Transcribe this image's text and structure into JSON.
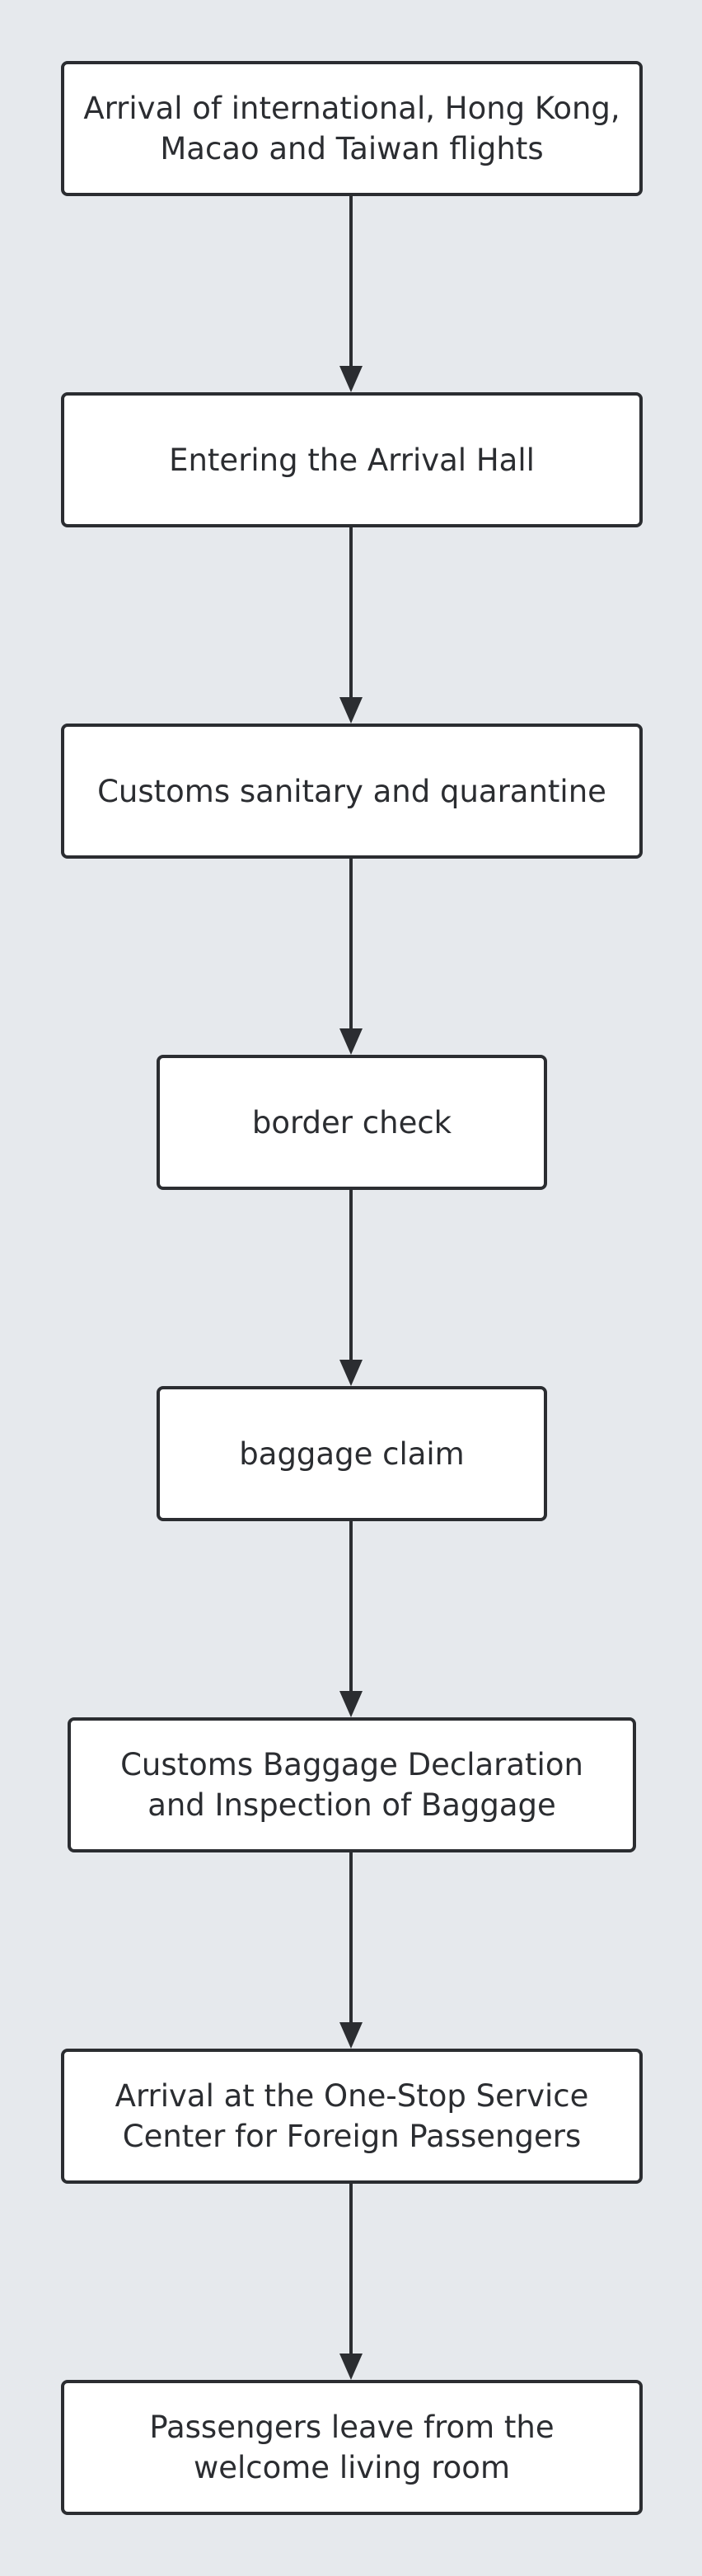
{
  "steps": [
    "Arrival of international, Hong Kong, Macao and Taiwan flights",
    "Entering the Arrival Hall",
    "Customs sanitary and quarantine",
    "border check",
    "baggage claim",
    "Customs Baggage Declaration and Inspection of Baggage",
    "Arrival at the One-Stop Service Center for Foreign Passengers",
    "Passengers leave from the welcome living room"
  ],
  "colors": {
    "background": "#e6e9ed",
    "node_fill": "#ffffff",
    "stroke": "#2b2d31",
    "text": "#2b2d31"
  }
}
